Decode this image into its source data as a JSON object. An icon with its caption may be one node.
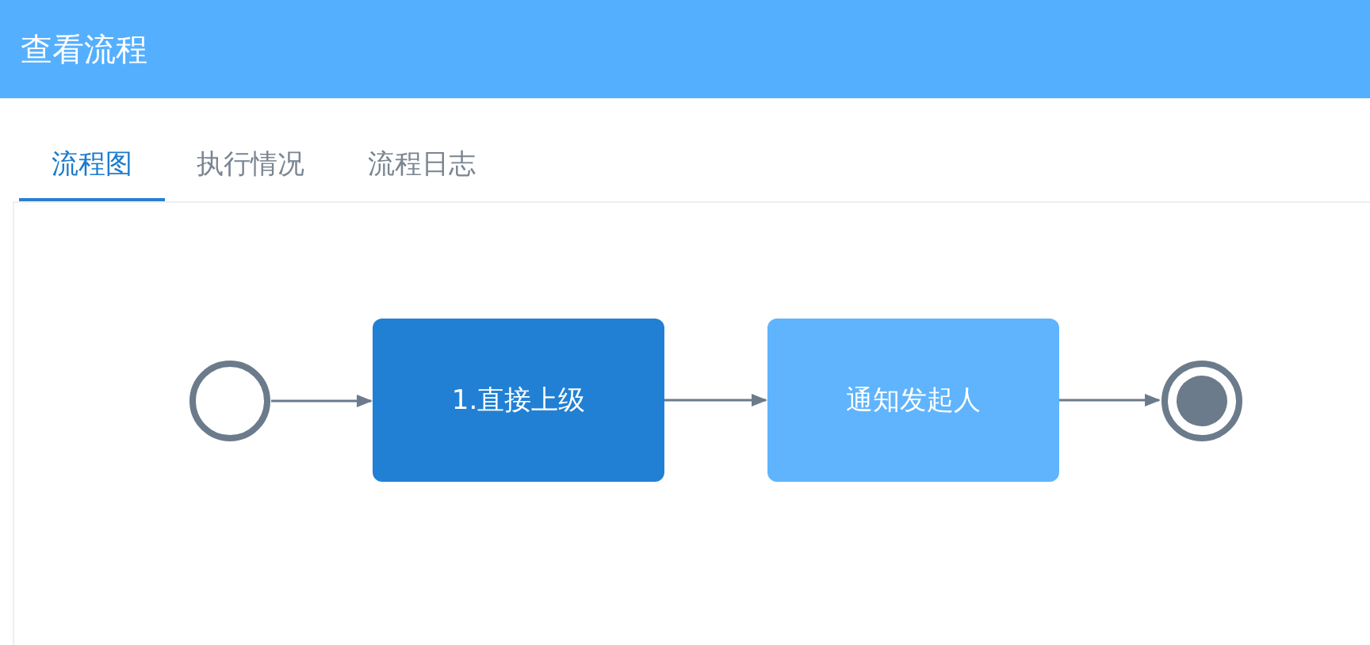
{
  "diagram": {
    "title": "查看流程",
    "nodes": [
      {
        "text": [],
        "shape": "circle"
      },
      {
        "text": [
          "1.直接上级"
        ]
      },
      {
        "text": [
          "通知发起人"
        ]
      },
      {
        "text": [],
        "shape": "circle"
      }
    ],
    "edges": [
      {
        "from": 0,
        "to": 1,
        "arrow": "to"
      },
      {
        "from": 1,
        "to": 2,
        "arrow": "to"
      },
      {
        "from": 2,
        "to": 3,
        "arrow": "to"
      }
    ],
    "labels": [
      "流程图",
      "执行情况",
      "流程日志"
    ]
  }
}
